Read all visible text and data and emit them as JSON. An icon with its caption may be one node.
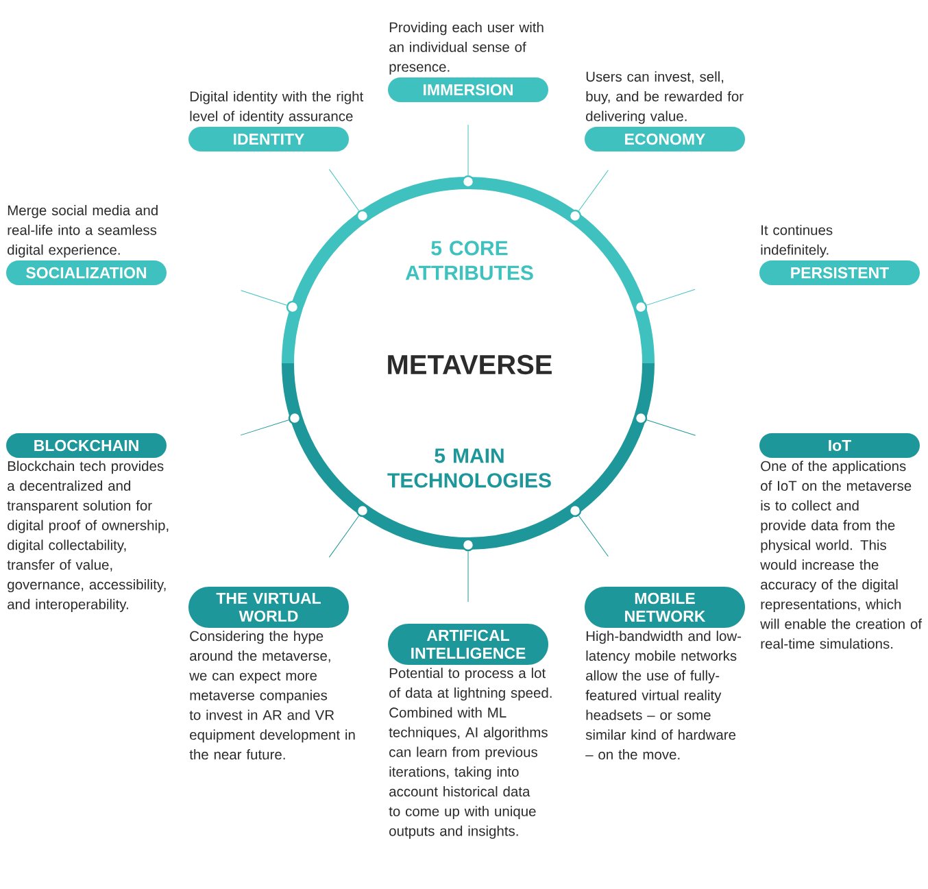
{
  "diagram": {
    "nodes": [
      {
        "text": [
          "IMMERSION"
        ],
        "beside": [
          "Providing each user with an individual sense of presence."
        ]
      },
      {
        "text": [
          "IDENTITY"
        ],
        "beside": [
          "Digital identity with the right level of identity assurance"
        ]
      },
      {
        "text": [
          "ECONOMY"
        ],
        "beside": [
          "Users can invest, sell, buy, and be rewarded for delivering value."
        ]
      },
      {
        "text": [
          "SOCIALIZATION"
        ],
        "beside": [
          "Merge social media and real-life into a seamless digital experience."
        ]
      },
      {
        "text": [
          "PERSISTENT"
        ],
        "beside": [
          "It continues indefinitely."
        ]
      },
      {
        "text": [
          "BLOCKCHAIN"
        ],
        "beside": [
          "Blockchain tech provides a decentralized and transparent solution for digital proof of ownership, digital collectability, transfer of value, governance, accessibility, and interoperability."
        ]
      },
      {
        "text": [
          "IoT"
        ],
        "beside": [
          "One of the applications of IoT on the metaverse is to collect and provide data from the physical world. This would increase the accuracy of the digital representations, which will enable the creation of real-time simulations."
        ]
      },
      {
        "text": [
          "THE VIRTUAL WORLD"
        ],
        "beside": [
          "Considering the hype around the metaverse, we can expect more metaverse companies to invest in AR and VR equipment development in the near future."
        ]
      },
      {
        "text": [
          "ARTIFICAL INTELLIGENCE"
        ],
        "beside": [
          "Potential to process a lot of data at lightning speed. Combined with ML techniques, AI algorithms can learn from previous iterations, taking into account historical data to come up with unique outputs and insights."
        ]
      },
      {
        "text": [
          "MOBILE NETWORK"
        ],
        "beside": [
          "High-bandwidth and low-latency mobile networks allow the use of fully-featured virtual reality headsets – or some similar kind of hardware – on the move."
        ]
      },
      {
        "text": [
          "5 CORE ATTRIBUTES",
          "METAVERSE",
          "5 MAIN TECHNOLOGIES"
        ]
      },
      {
        "text": [],
        "shape": "circle",
        "in": 10
      },
      {
        "text": [],
        "shape": "circle",
        "in": 10
      },
      {
        "text": [],
        "shape": "circle",
        "in": 10
      },
      {
        "text": [],
        "shape": "circle",
        "in": 10
      },
      {
        "text": [],
        "shape": "circle",
        "in": 10
      },
      {
        "text": [],
        "shape": "circle",
        "in": 10
      },
      {
        "text": [],
        "shape": "circle",
        "in": 10
      },
      {
        "text": [],
        "shape": "circle",
        "in": 10
      },
      {
        "text": [],
        "shape": "circle",
        "in": 10
      },
      {
        "text": [],
        "shape": "circle",
        "in": 10
      }
    ],
    "edges": [
      {
        "from": 11,
        "to": null,
        "arrow": "none"
      },
      {
        "from": 12,
        "to": null,
        "arrow": "none"
      },
      {
        "from": 13,
        "to": null,
        "arrow": "none"
      },
      {
        "from": 14,
        "to": null,
        "arrow": "none"
      },
      {
        "from": 15,
        "to": null,
        "arrow": "none"
      },
      {
        "from": 16,
        "to": null,
        "arrow": "none"
      },
      {
        "from": 17,
        "to": null,
        "arrow": "none"
      },
      {
        "from": 18,
        "to": null,
        "arrow": "none"
      },
      {
        "from": 19,
        "to": null,
        "arrow": "none"
      },
      {
        "from": 20,
        "to": null,
        "arrow": "none"
      }
    ]
  }
}
